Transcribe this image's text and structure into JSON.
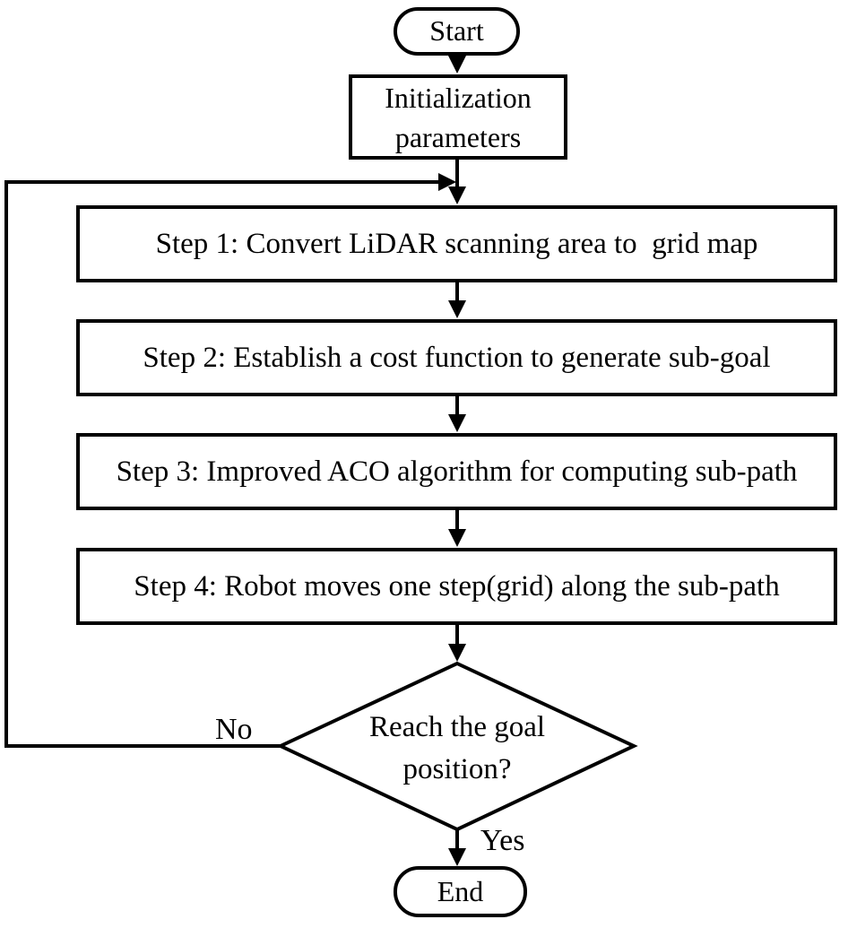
{
  "flowchart": {
    "start": {
      "label": "Start"
    },
    "init": {
      "label": "Initialization parameters"
    },
    "steps": [
      {
        "label": "Step 1: Convert LiDAR scanning area to  grid map"
      },
      {
        "label": "Step 2: Establish a cost function to generate sub-goal"
      },
      {
        "label": "Step 3: Improved ACO algorithm for computing sub-path"
      },
      {
        "label": "Step 4: Robot moves one step(grid) along the sub-path"
      }
    ],
    "decision": {
      "label": "Reach the goal position?"
    },
    "end": {
      "label": "End"
    },
    "edge_labels": {
      "no": "No",
      "yes": "Yes"
    },
    "colors": {
      "stroke": "#000000",
      "background": "#ffffff"
    }
  }
}
